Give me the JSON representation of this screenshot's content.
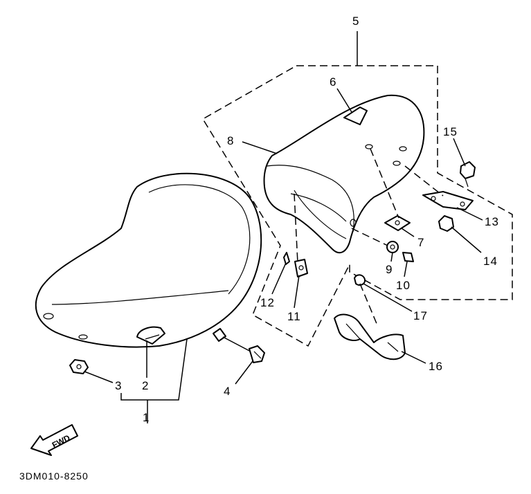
{
  "diagram": {
    "parts": [
      {
        "id": "p1",
        "label": "1"
      },
      {
        "id": "p2",
        "label": "2"
      },
      {
        "id": "p3",
        "label": "3"
      },
      {
        "id": "p4",
        "label": "4"
      },
      {
        "id": "p5",
        "label": "5"
      },
      {
        "id": "p6",
        "label": "6"
      },
      {
        "id": "p7",
        "label": "7"
      },
      {
        "id": "p8",
        "label": "8"
      },
      {
        "id": "p9",
        "label": "9"
      },
      {
        "id": "p10",
        "label": "10"
      },
      {
        "id": "p11",
        "label": "11"
      },
      {
        "id": "p12",
        "label": "12"
      },
      {
        "id": "p13",
        "label": "13"
      },
      {
        "id": "p14",
        "label": "14"
      },
      {
        "id": "p15",
        "label": "15"
      },
      {
        "id": "p16",
        "label": "16"
      },
      {
        "id": "p17",
        "label": "17"
      }
    ],
    "fwd_label": "FWD",
    "drawing_code": "3DM010-8250"
  }
}
